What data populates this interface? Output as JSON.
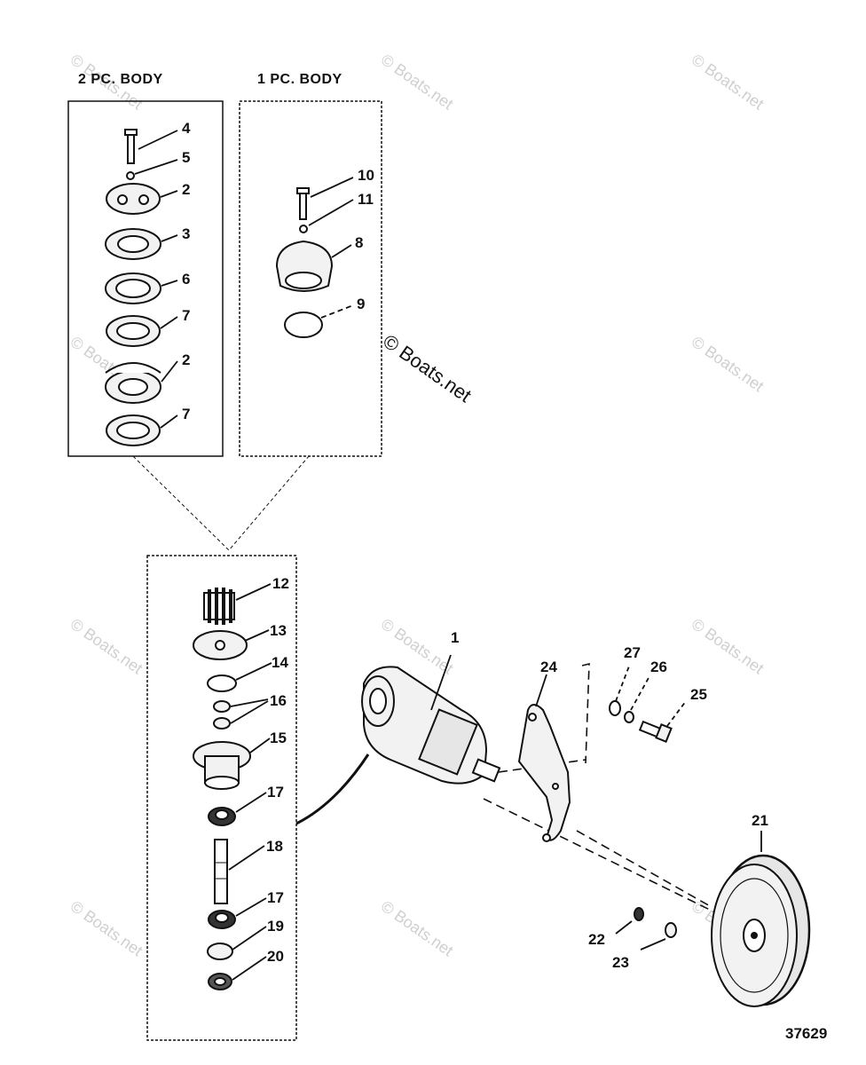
{
  "headers": {
    "two_pc_body": "2 PC. BODY",
    "one_pc_body": "1 PC. BODY"
  },
  "watermark": {
    "main": "© Boats.net",
    "repeat": "© Boats.net"
  },
  "figure_number": "37629",
  "callouts": {
    "c1": "1",
    "c2a": "2",
    "c2b": "2",
    "c3": "3",
    "c4": "4",
    "c5": "5",
    "c6": "6",
    "c7a": "7",
    "c7b": "7",
    "c8": "8",
    "c9": "9",
    "c10": "10",
    "c11": "11",
    "c12": "12",
    "c13": "13",
    "c14": "14",
    "c15": "15",
    "c16": "16",
    "c17a": "17",
    "c17b": "17",
    "c18": "18",
    "c19": "19",
    "c20": "20",
    "c21": "21",
    "c22": "22",
    "c23": "23",
    "c24": "24",
    "c25": "25",
    "c26": "26",
    "c27": "27"
  }
}
